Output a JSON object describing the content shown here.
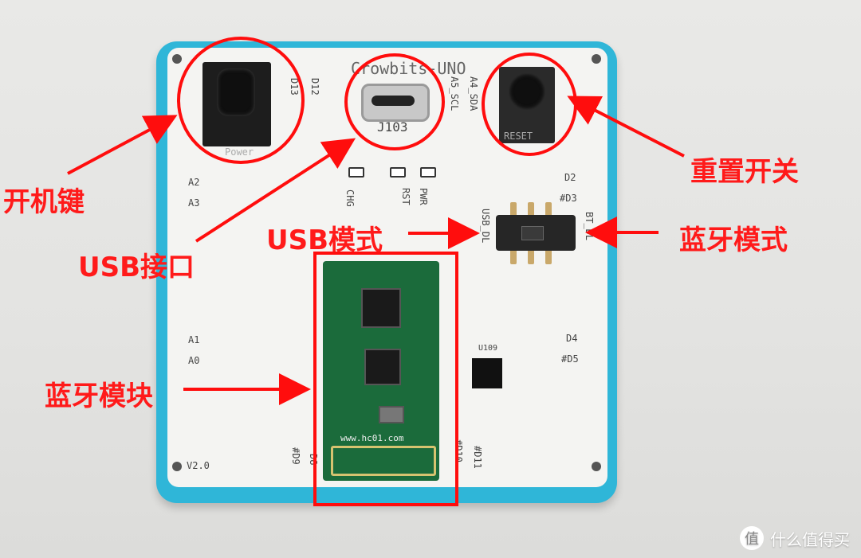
{
  "labels": {
    "power_key": "开机键",
    "usb_port": "USB接口",
    "reset_switch": "重置开关",
    "usb_mode": "USB模式",
    "bt_mode": "蓝牙模式",
    "bt_module": "蓝牙模块"
  },
  "silkscreen": {
    "brand": "Crowbits-UNO",
    "a5": "A5_SCL",
    "a4": "A4_SDA",
    "d13": "D13",
    "d12": "D12",
    "power": "Power",
    "j103": "J103",
    "reset": "RESET",
    "a2": "A2",
    "a3": "A3",
    "chg": "CHG",
    "rst": "RST",
    "pwr": "PWR",
    "d2": "D2",
    "d3": "#D3",
    "usb_dl": "USB_DL",
    "bt_dl": "BT_DL",
    "a1": "A1",
    "a0": "A0",
    "u109": "U109",
    "d4": "D4",
    "d5": "#D5",
    "site": "www.hc01.com",
    "d9": "#D9",
    "d8": "D8",
    "d10": "#D10",
    "d11": "#D11",
    "version": "V2.0"
  },
  "watermark": {
    "badge": "值",
    "text": "什么值得买"
  },
  "colors": {
    "annotation": "#ff0d0d",
    "case": "#2fb6d8",
    "board": "#f4f4f2",
    "bt_pcb": "#1b6b3b"
  }
}
